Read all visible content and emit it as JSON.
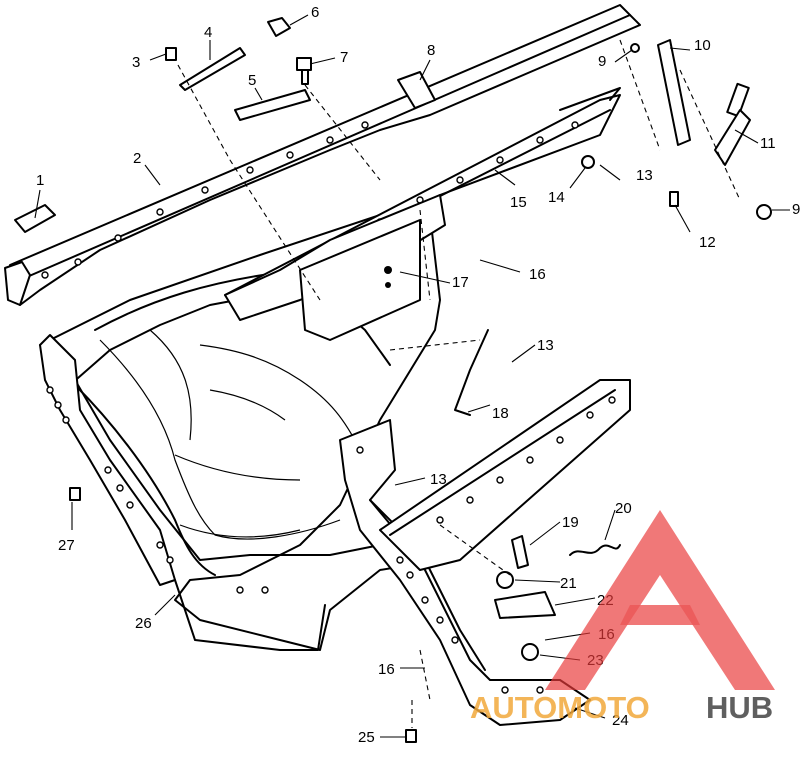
{
  "diagram": {
    "callouts": [
      "1",
      "2",
      "3",
      "4",
      "5",
      "6",
      "7",
      "8",
      "9",
      "10",
      "11",
      "12",
      "13",
      "14",
      "15",
      "16",
      "17",
      "18",
      "19",
      "20",
      "21",
      "22",
      "23",
      "24",
      "25",
      "26",
      "27"
    ],
    "repeated": {
      "nine_b": "9",
      "thirteen_b": "13",
      "thirteen_c": "13",
      "sixteen_b": "16",
      "sixteen_c": "16"
    }
  },
  "watermark": {
    "brand_left": "AUTOMOTO",
    "brand_right": "HUB",
    "color_primary": "#e83a3a",
    "color_secondary": "#f2a93b",
    "color_dark": "#444444"
  }
}
